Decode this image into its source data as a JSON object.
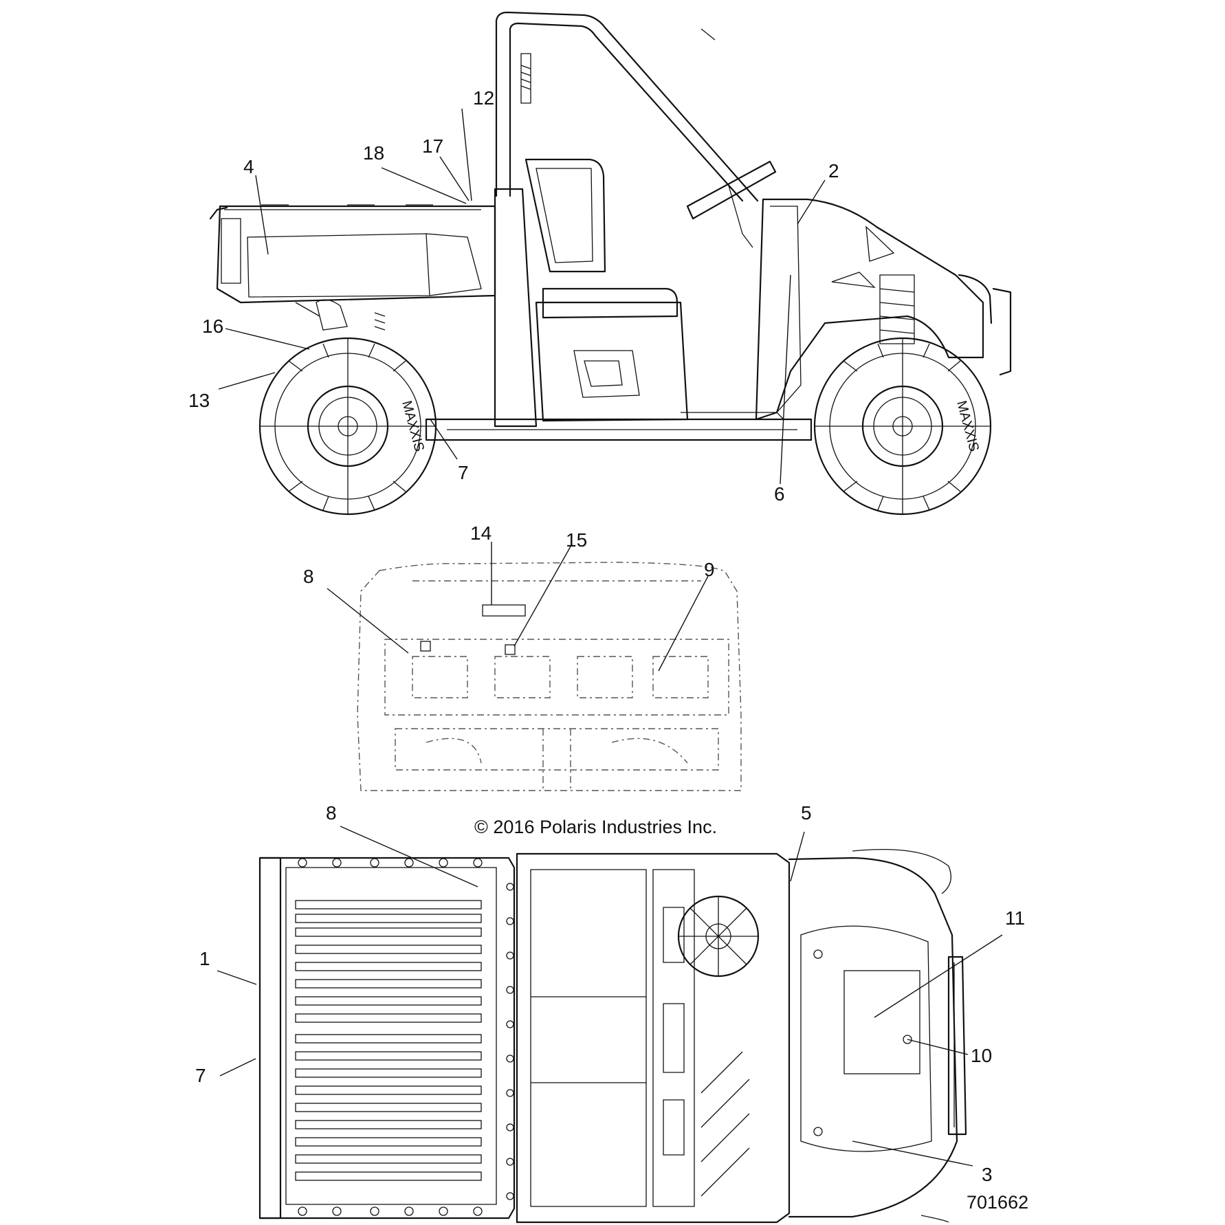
{
  "callouts": {
    "c1": "1",
    "c2": "2",
    "c3": "3",
    "c4": "4",
    "c5": "5",
    "c6": "6",
    "c7a": "7",
    "c7b": "7",
    "c8a": "8",
    "c8b": "8",
    "c9": "9",
    "c10": "10",
    "c11": "11",
    "c12": "12",
    "c13": "13",
    "c14": "14",
    "c15": "15",
    "c16": "16",
    "c17": "17",
    "c18": "18"
  },
  "copyright": "© 2016 Polaris Industries Inc.",
  "part_number": "701662",
  "tire_brand": "MAXXIS",
  "colors": {
    "line": "#111111",
    "background": "#ffffff"
  }
}
